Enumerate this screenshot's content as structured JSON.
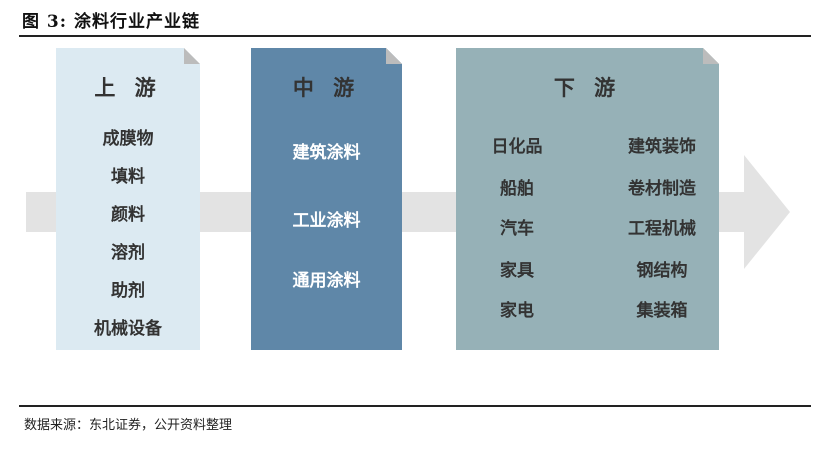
{
  "figure": {
    "title": "图 3: 涂料行业产业链",
    "source": "数据来源：东北证券，公开资料整理"
  },
  "stages": {
    "upstream": {
      "title": "上 游",
      "items": [
        "成膜物",
        "填料",
        "颜料",
        "溶剂",
        "助剂",
        "机械设备"
      ]
    },
    "midstream": {
      "title": "中 游",
      "items": [
        "建筑涂料",
        "工业涂料",
        "通用涂料"
      ]
    },
    "downstream": {
      "title": "下 游",
      "items_left": [
        "日化品",
        "船舶",
        "汽车",
        "家具",
        "家电"
      ],
      "items_right": [
        "建筑装饰",
        "卷材制造",
        "工程机械",
        "钢结构",
        "集装箱"
      ]
    }
  },
  "colors": {
    "upstream_box": "#dceaf2",
    "midstream_box": "#5f87a8",
    "downstream_box": "#96b1b7",
    "arrow": "#e3e3e3",
    "fold": "#bcbcbc"
  }
}
